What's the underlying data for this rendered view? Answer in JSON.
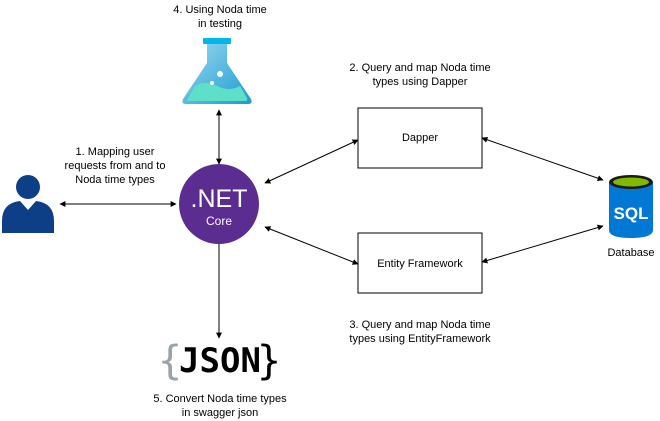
{
  "labels": {
    "testing": [
      "4. Using Noda time",
      "in testing"
    ],
    "dapper_query": [
      "2. Query and map Noda time",
      "types using Dapper"
    ],
    "mapping": [
      "1. Mapping user",
      "requests from and to",
      "Noda time types"
    ],
    "ef_query": [
      "3. Query and map Noda time",
      "types using EntityFramework"
    ],
    "swagger": [
      "5. Convert Noda time types",
      "in swagger json"
    ],
    "database": "Database"
  },
  "boxes": {
    "dapper": "Dapper",
    "entity_framework": "Entity Framework"
  },
  "dotnet": {
    "title": ".NET",
    "subtitle": "Core",
    "color": "#5c2d91"
  },
  "json_logo": {
    "open_brace": "{",
    "text": "JSON",
    "close_brace": "}",
    "color": "#1a6e96",
    "brace_color": "#9aa3a8"
  },
  "sql_icon": {
    "text": "SQL",
    "color": "#0078d4",
    "top_color": "#7fba00"
  },
  "colors": {
    "user": "#0d3f86",
    "flask": "#00b7e8",
    "liquid": "#5ee0c8"
  }
}
